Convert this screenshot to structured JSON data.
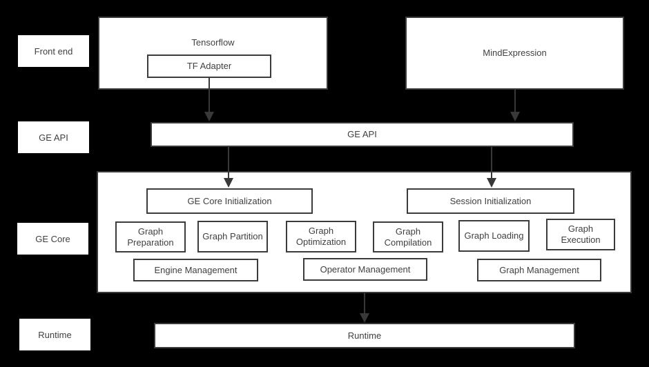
{
  "colors": {
    "background": "#000000",
    "box_fill": "#ffffff",
    "border": "#3b3b3b",
    "text": "#404040",
    "arrow": "#383838"
  },
  "row_labels": {
    "frontend": "Front end",
    "ge_api": "GE API",
    "ge_core": "GE Core",
    "runtime": "Runtime"
  },
  "frontend": {
    "tensorflow_label": "Tensorflow",
    "tf_adapter_label": "TF Adapter",
    "mindexpression_label": "MindExpression"
  },
  "api": {
    "label": "GE API"
  },
  "core": {
    "ge_core_initialization": "GE Core Initialization",
    "session_initialization": "Session Initialization",
    "graph_preparation": "Graph Preparation",
    "graph_partition": "Graph Partition",
    "graph_optimization": "Graph Optimization",
    "graph_compilation": "Graph Compilation",
    "graph_loading": "Graph Loading",
    "graph_execution": "Graph Execution",
    "engine_management": "Engine Management",
    "operator_management": "Operator Management",
    "graph_management": "Graph Management"
  },
  "runtime": {
    "label": "Runtime"
  }
}
